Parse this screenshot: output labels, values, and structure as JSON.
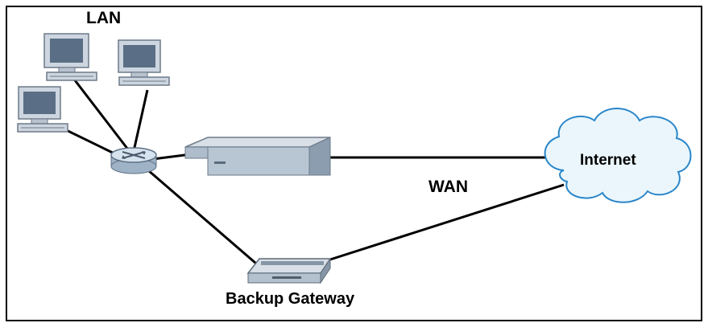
{
  "labels": {
    "lan": "LAN",
    "wan": "WAN",
    "internet": "Internet",
    "backup_gateway": "Backup Gateway"
  },
  "nodes": {
    "computers": [
      "computer-1",
      "computer-2",
      "computer-3"
    ],
    "switch_icon": "router-switch-icon",
    "main_gateway_icon": "main-gateway-icon",
    "backup_gateway_icon": "backup-gateway-icon",
    "internet_icon": "cloud-icon"
  },
  "colors": {
    "border": "#000000",
    "cloud_fill": "#eaf6fb",
    "cloud_stroke": "#2a86c9",
    "device_fill": "#cdd6e0",
    "device_dark": "#6d7a88",
    "screen": "#5a6f86",
    "switch_fill": "#bfd0e0"
  }
}
